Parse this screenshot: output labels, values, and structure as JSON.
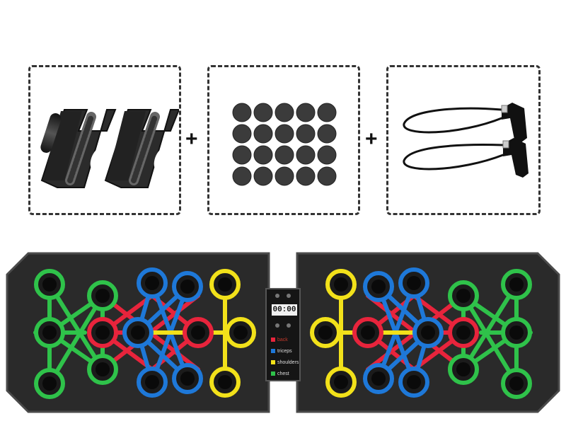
{
  "accessories": {
    "items": [
      {
        "name": "push-up-handles"
      },
      {
        "name": "adhesive-pads"
      },
      {
        "name": "resistance-bands"
      }
    ],
    "separator": "+"
  },
  "board": {
    "timer_display": "00:00",
    "legend": [
      {
        "label": "back",
        "color": "#e8243c"
      },
      {
        "label": "triceps",
        "color": "#1e78d8"
      },
      {
        "label": "shoulders",
        "color": "#f2e11a"
      },
      {
        "label": "chest",
        "color": "#2fc24a"
      }
    ],
    "colors": {
      "green": "#2fc24a",
      "red": "#e8243c",
      "blue": "#1e78d8",
      "yellow": "#f2e11a",
      "board": "#2a2a2a",
      "edge": "#4a4a4a"
    }
  }
}
